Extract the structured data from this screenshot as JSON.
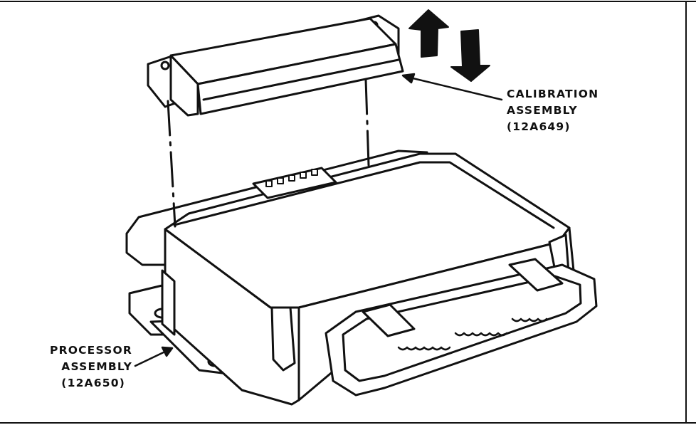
{
  "labels": {
    "calibration": {
      "line1": "CALIBRATION",
      "line2": "ASSEMBLY",
      "line3": "(12A649)"
    },
    "processor": {
      "line1": "PROCESSOR",
      "line2": "ASSEMBLY",
      "line3": "(12A650)"
    }
  },
  "icons": {
    "up_arrow": "up-arrow-icon",
    "down_arrow": "down-arrow-icon"
  },
  "colors": {
    "ink": "#111111",
    "paper": "#ffffff"
  }
}
